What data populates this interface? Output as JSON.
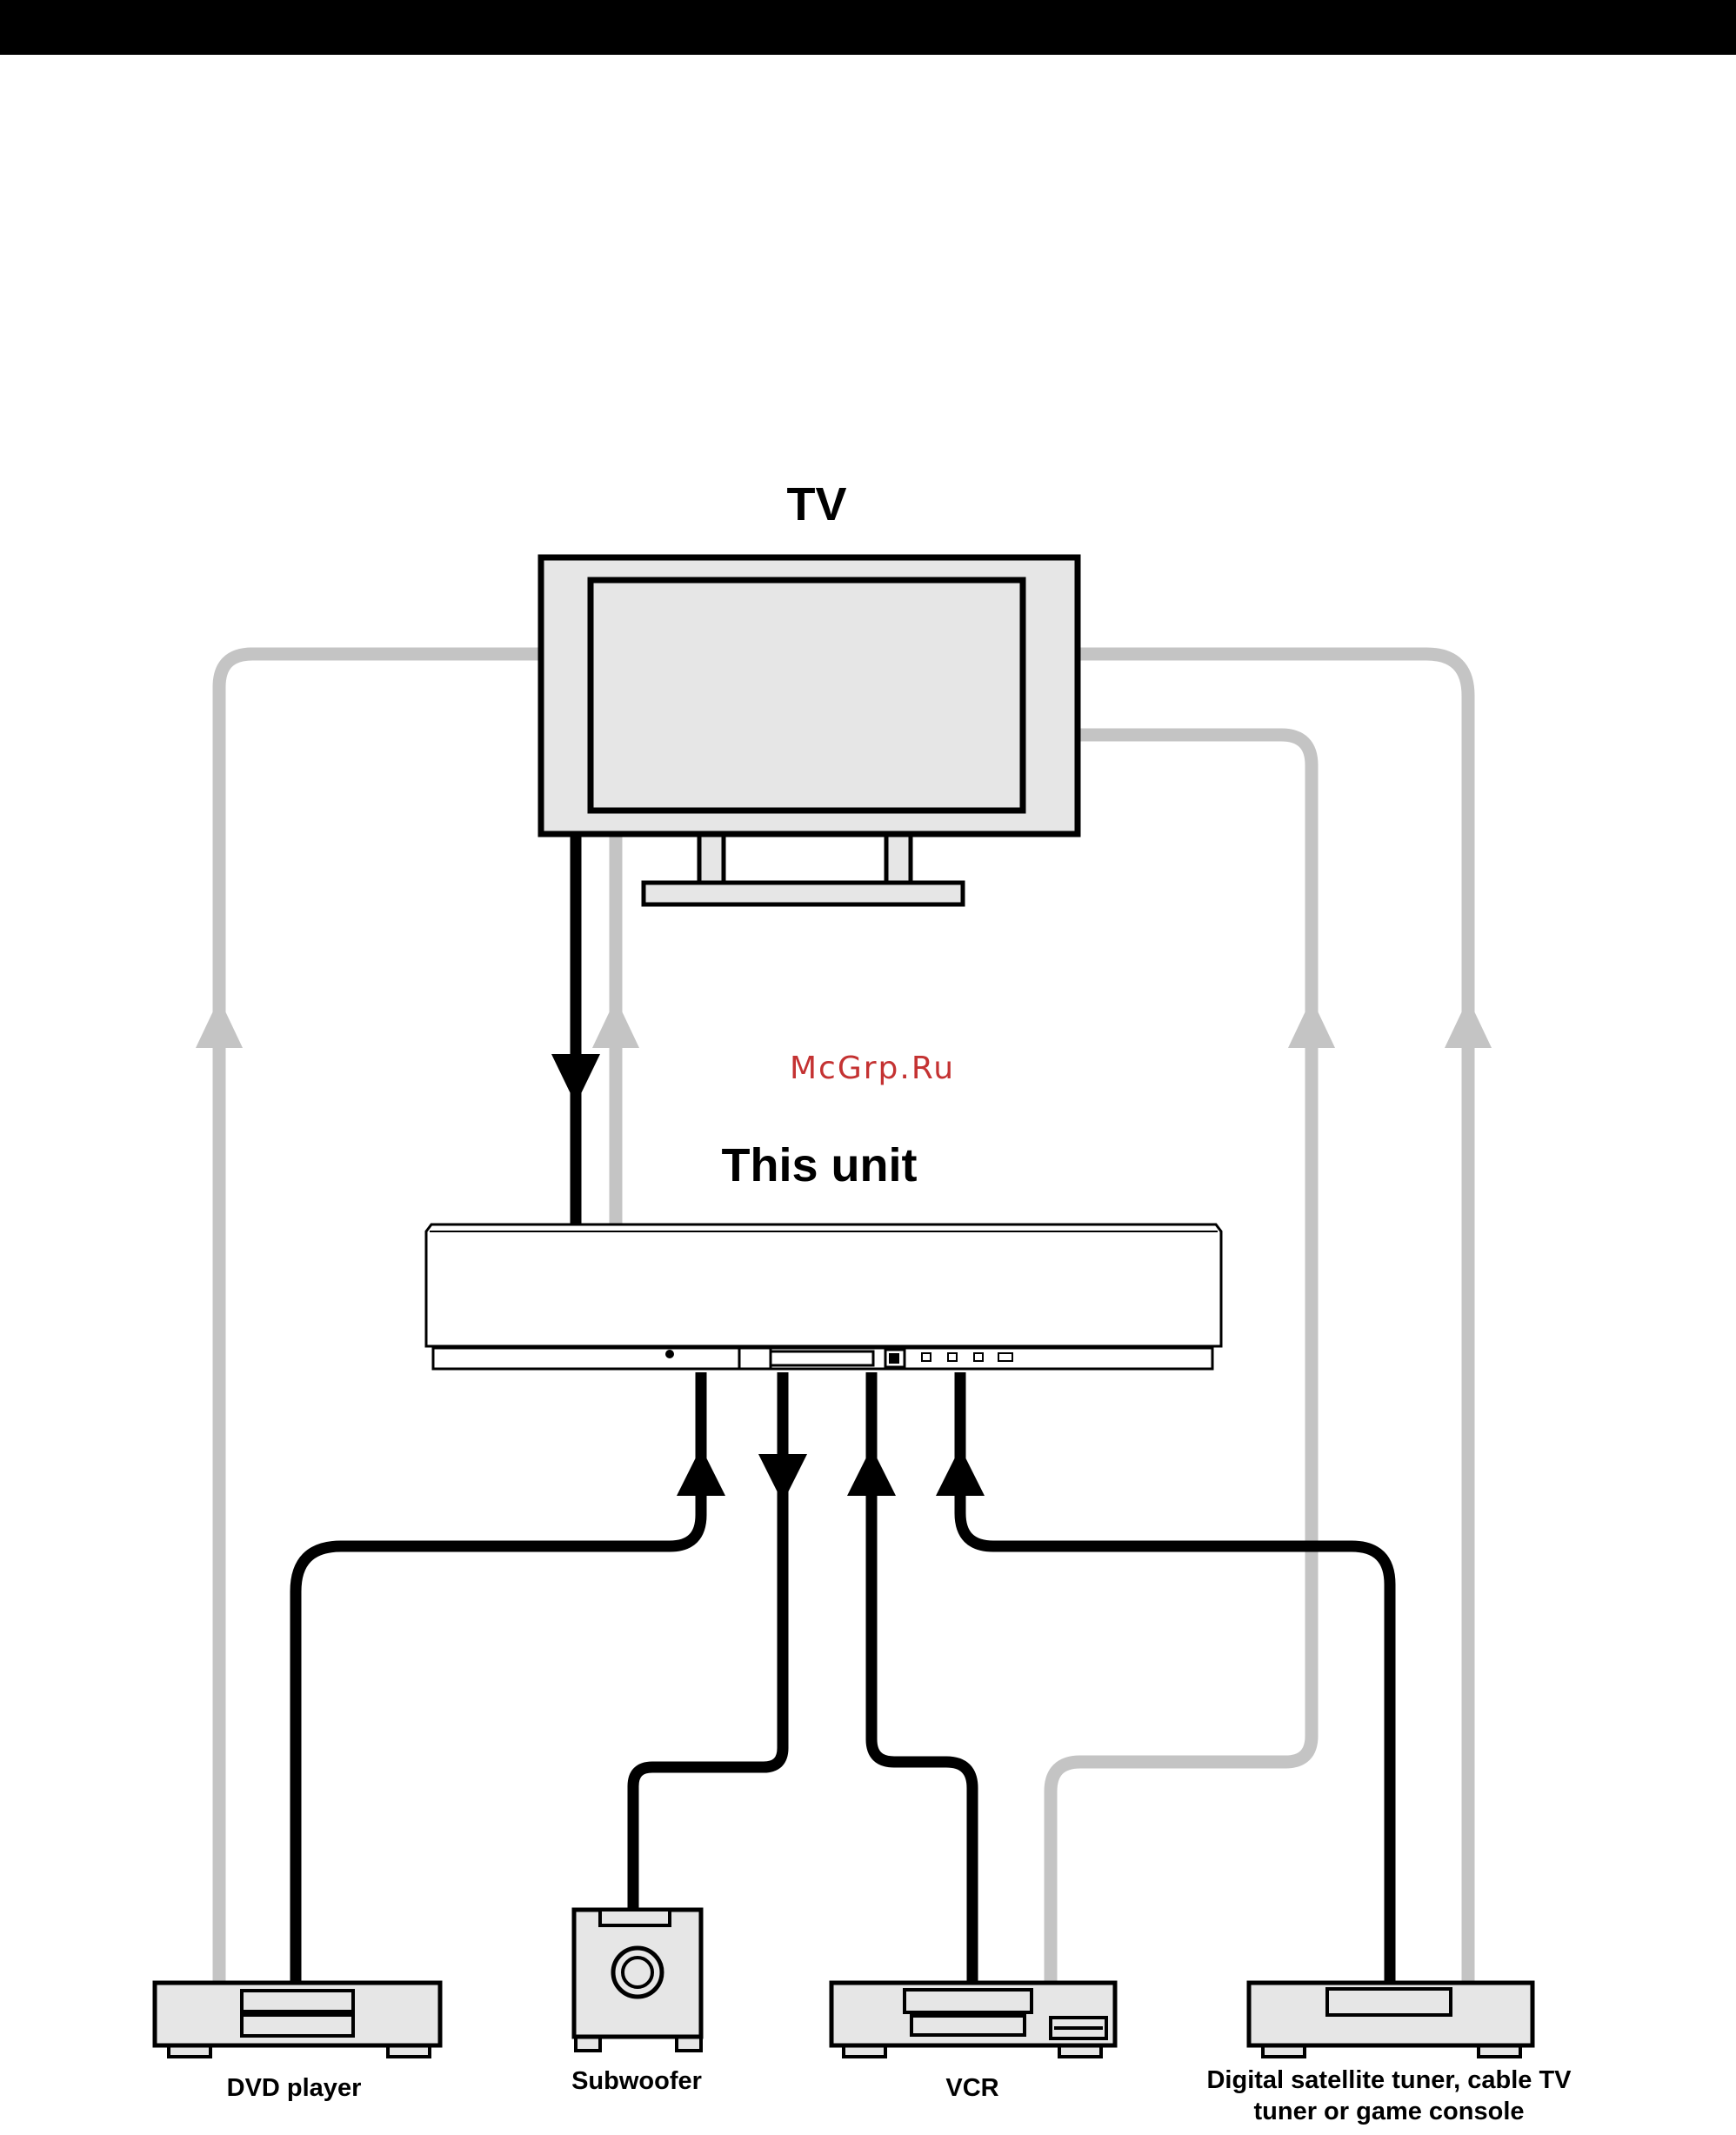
{
  "labels": {
    "tv": "TV",
    "this_unit": "This unit",
    "watermark": "McGrp.Ru",
    "dvd_player": "DVD player",
    "subwoofer": "Subwoofer",
    "vcr": "VCR",
    "satellite_line1": "Digital satellite tuner, cable TV",
    "satellite_line2": "tuner or game console"
  },
  "colors": {
    "black_cable": "#000000",
    "gray_cable": "#c4c4c4",
    "device_fill": "#e6e6e6",
    "watermark": "#c43232"
  }
}
